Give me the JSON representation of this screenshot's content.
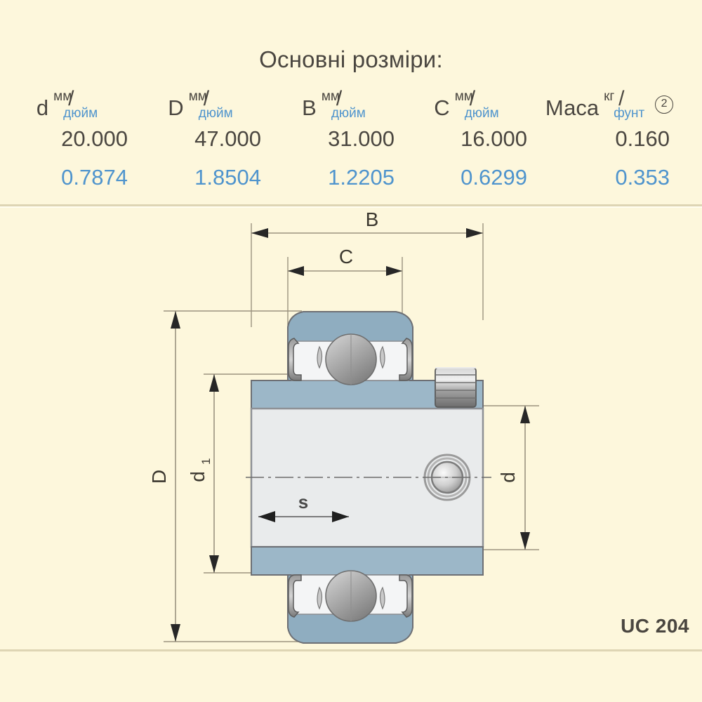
{
  "header": {
    "title": "Основні розміри:",
    "columns": [
      {
        "symbol": "d",
        "unit_top": "мм",
        "unit_bottom": "дюйм",
        "mm": "20.000",
        "inch": "0.7874",
        "note": ""
      },
      {
        "symbol": "D",
        "unit_top": "мм",
        "unit_bottom": "дюйм",
        "mm": "47.000",
        "inch": "1.8504",
        "note": ""
      },
      {
        "symbol": "B",
        "unit_top": "мм",
        "unit_bottom": "дюйм",
        "mm": "31.000",
        "inch": "1.2205",
        "note": ""
      },
      {
        "symbol": "C",
        "unit_top": "мм",
        "unit_bottom": "дюйм",
        "mm": "16.000",
        "inch": "0.6299",
        "note": ""
      },
      {
        "symbol": "Маса",
        "unit_top": "кг",
        "unit_bottom": "фунт",
        "mm": "0.160",
        "inch": "0.353",
        "note": "2"
      }
    ],
    "slash": "/"
  },
  "drawing": {
    "part_number": "UC 204",
    "dimension_labels": {
      "B": "B",
      "C": "C",
      "D": "D",
      "d1_base": "d",
      "d1_sub": "1",
      "d": "d",
      "s": "s"
    },
    "colors": {
      "background": "#fdf7dc",
      "outer_ring": "#8fadc0",
      "inner_ring": "#e9ebec",
      "ball": "#a8a8a8",
      "steel_dark": "#6e6e6e",
      "line": "#8a8478",
      "arrow": "#2b2b2b",
      "text": "#4a4640",
      "accent_blue": "#4f94cd",
      "divider": "#ded5b4"
    }
  }
}
